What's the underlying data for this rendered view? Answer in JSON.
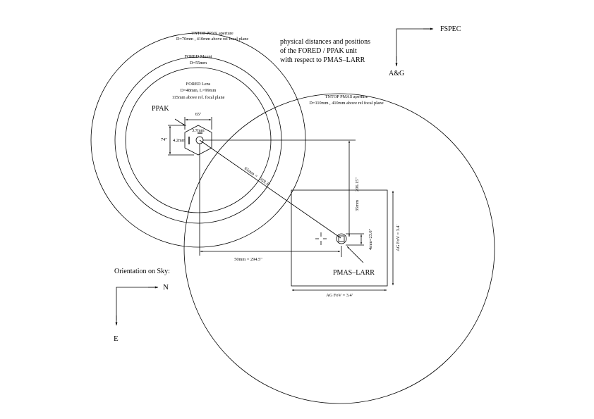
{
  "title_block": {
    "lines": [
      "physical distances and positions",
      "of the FORED / PPAK unit",
      "with respect to PMAS–LARR"
    ]
  },
  "instrument_axes": {
    "horizontal_label": "FSPEC",
    "vertical_label": "A&G",
    "icon": "arrow-icon"
  },
  "sky_orientation": {
    "heading": "Orientation on Sky:",
    "horizontal_label": "N",
    "vertical_label": "E"
  },
  "circles": {
    "ppak_aperture": {
      "name": "TNTOP PPAK aperture",
      "spec": "D=70mm , 410mm above rel focal plane"
    },
    "fored_mount": {
      "name": "FORED Mount",
      "spec": "D=55mm"
    },
    "fored_lens": {
      "name": "FORED Lens",
      "spec": "D=48mm, L=99mm",
      "spec2": "115mm above rel. focal plane"
    },
    "pmas_aperture": {
      "name": "TNTOP PMAS aperture",
      "spec": "D=110mm , 410mm above rel focal plane"
    }
  },
  "ppak": {
    "label": "PPAK",
    "width_label": "65\"",
    "height_label": "74\"",
    "fibre_width_label": "3.7mm",
    "fibre_height_label": "4.2mm"
  },
  "pmas": {
    "label": "PMAS–LARR",
    "fov_width_label": "AG FoV = 3.4'",
    "fov_height_label": "AG FoV = 3.4'",
    "offset_label": "4mm=23.6\""
  },
  "dimensions": {
    "diagonal_label_a": "61mm",
    "diagonal_sep": "=",
    "diagonal_label_b": "359.3\"",
    "vertical_label_a": "35mm",
    "vertical_label_b": "206.15\"",
    "horizontal_label": "50mm = 294.5\""
  }
}
